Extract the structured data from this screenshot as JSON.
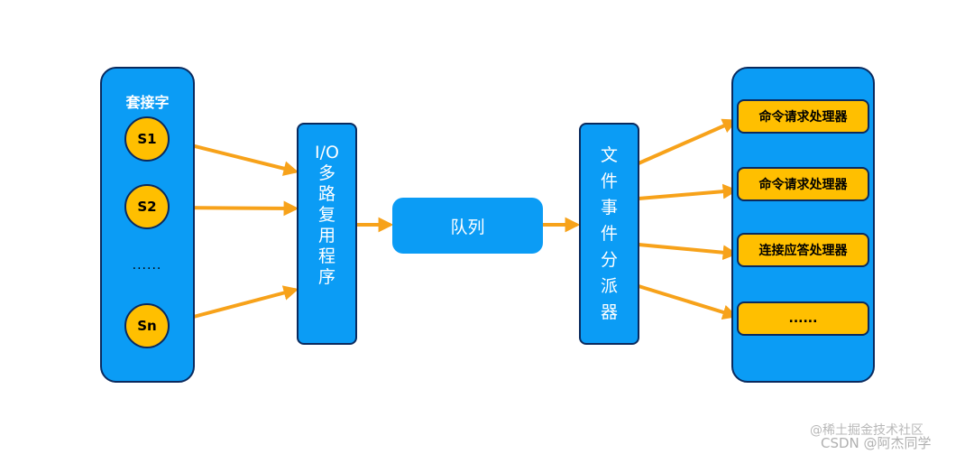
{
  "sockets": {
    "title": "套接字",
    "items": [
      "S1",
      "S2",
      "Sn"
    ],
    "ellipsis": "......"
  },
  "io_multiplexer": {
    "label": "I/O\n多\n路\n复\n用\n程\n序"
  },
  "queue": {
    "label": "队列"
  },
  "dispatcher": {
    "label": "文\n件\n事\n件\n分\n派\n器"
  },
  "handlers": {
    "items": [
      "命令请求处理器",
      "命令请求处理器",
      "连接应答处理器",
      "......"
    ]
  },
  "watermark": {
    "line1": "@稀土掘金技术社区",
    "line2": "CSDN @阿杰同学"
  },
  "colors": {
    "box_blue": "#0b9cf5",
    "node_yellow": "#ffbf00",
    "arrow_orange": "#f7a21a",
    "outline": "#0a2a5e"
  }
}
